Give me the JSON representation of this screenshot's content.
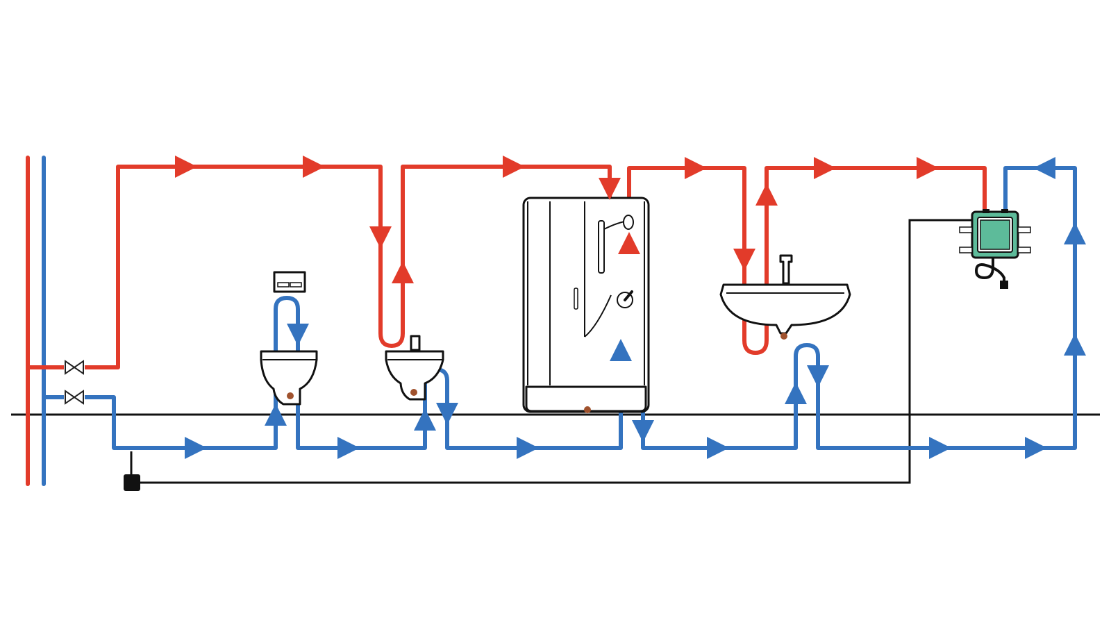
{
  "diagram": {
    "colors": {
      "hot_water": "#e23b2a",
      "cold_water": "#3473bf",
      "outline": "#111111",
      "unit_body": "#5dbb9a",
      "drain_dot": "#a0522d"
    },
    "components": [
      "hot-water-riser",
      "cold-water-riser",
      "shut-off-valve",
      "wall-hung-toilet",
      "flush-plate",
      "bidet",
      "shower-cabin",
      "washbasin",
      "water-heater-unit",
      "control-box",
      "floor-line"
    ],
    "icons": [
      "valve-icon",
      "control-box-icon",
      "faucet-icon"
    ]
  }
}
